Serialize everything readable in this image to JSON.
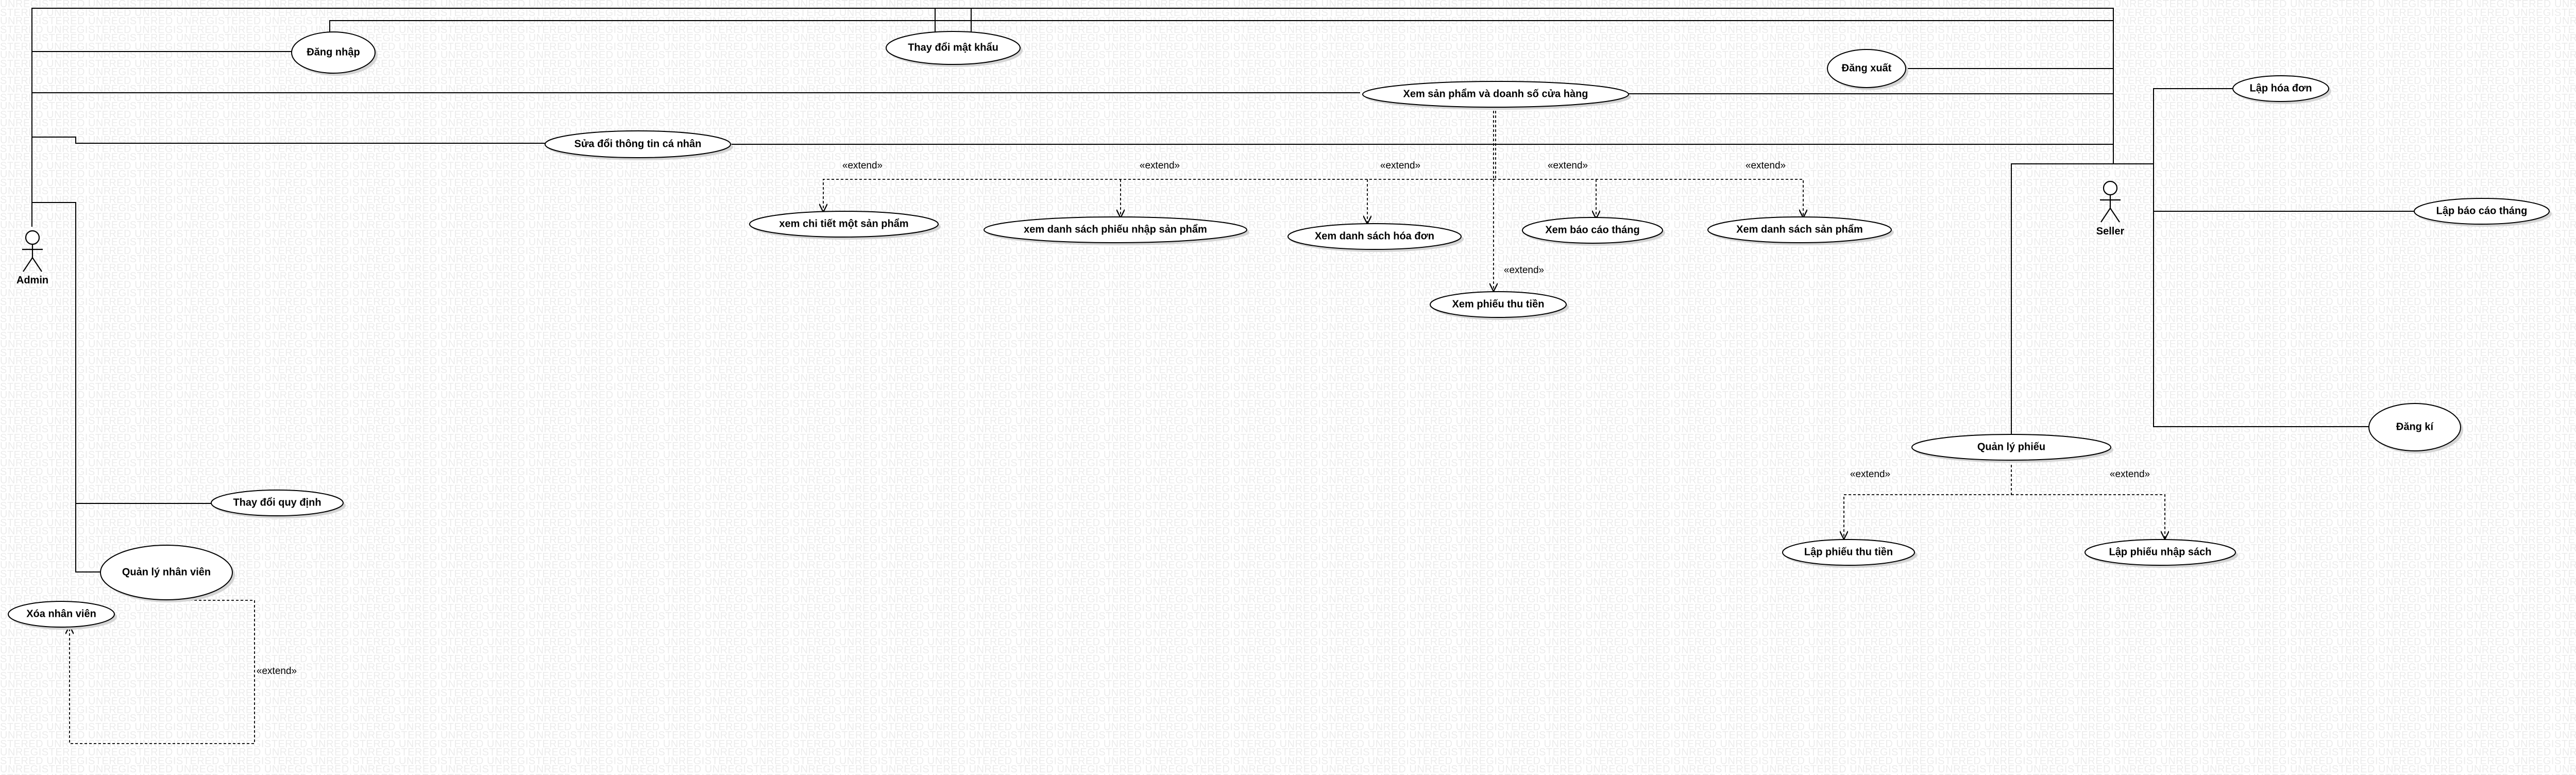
{
  "watermark_text": "UNREGISTERED",
  "actors": {
    "admin": "Admin",
    "seller": "Seller"
  },
  "use_cases": {
    "dang_nhap": "Đăng nhập",
    "thay_doi_mat_khau": "Thay đổi mật khẩu",
    "dang_xuat": "Đăng xuất",
    "xem_san_pham_doanh_so": "Xem sản phẩm và doanh số cửa hàng",
    "sua_doi_thong_tin": "Sửa đổi thông tin cá nhân",
    "xem_chi_tiet_san_pham": "xem chi tiết một sản phẩm",
    "xem_danh_sach_phieu_nhap": "xem danh sách phiếu nhập sản phẩm",
    "xem_danh_sach_hoa_don": "Xem danh sách hóa đơn",
    "xem_bao_cao_thang": "Xem báo cáo tháng",
    "xem_danh_sach_san_pham": "Xem danh sách sản phẩm",
    "xem_phieu_thu_tien": "Xem phiếu thu tiền",
    "lap_hoa_don": "Lập hóa đơn",
    "lap_bao_cao_thang": "Lập báo cáo tháng",
    "dang_ki": "Đăng kí",
    "quan_ly_phieu": "Quản lý phiếu",
    "lap_phieu_thu_tien": "Lập phiếu thu tiền",
    "lap_phieu_nhap_sach": "Lập phiếu nhập sách",
    "thay_doi_quy_dinh": "Thay đổi quy định",
    "quan_ly_nhan_vien": "Quản lý nhân viên",
    "xoa_nhan_vien": "Xóa nhân viên"
  },
  "stereotypes": {
    "extend": "«extend»"
  }
}
